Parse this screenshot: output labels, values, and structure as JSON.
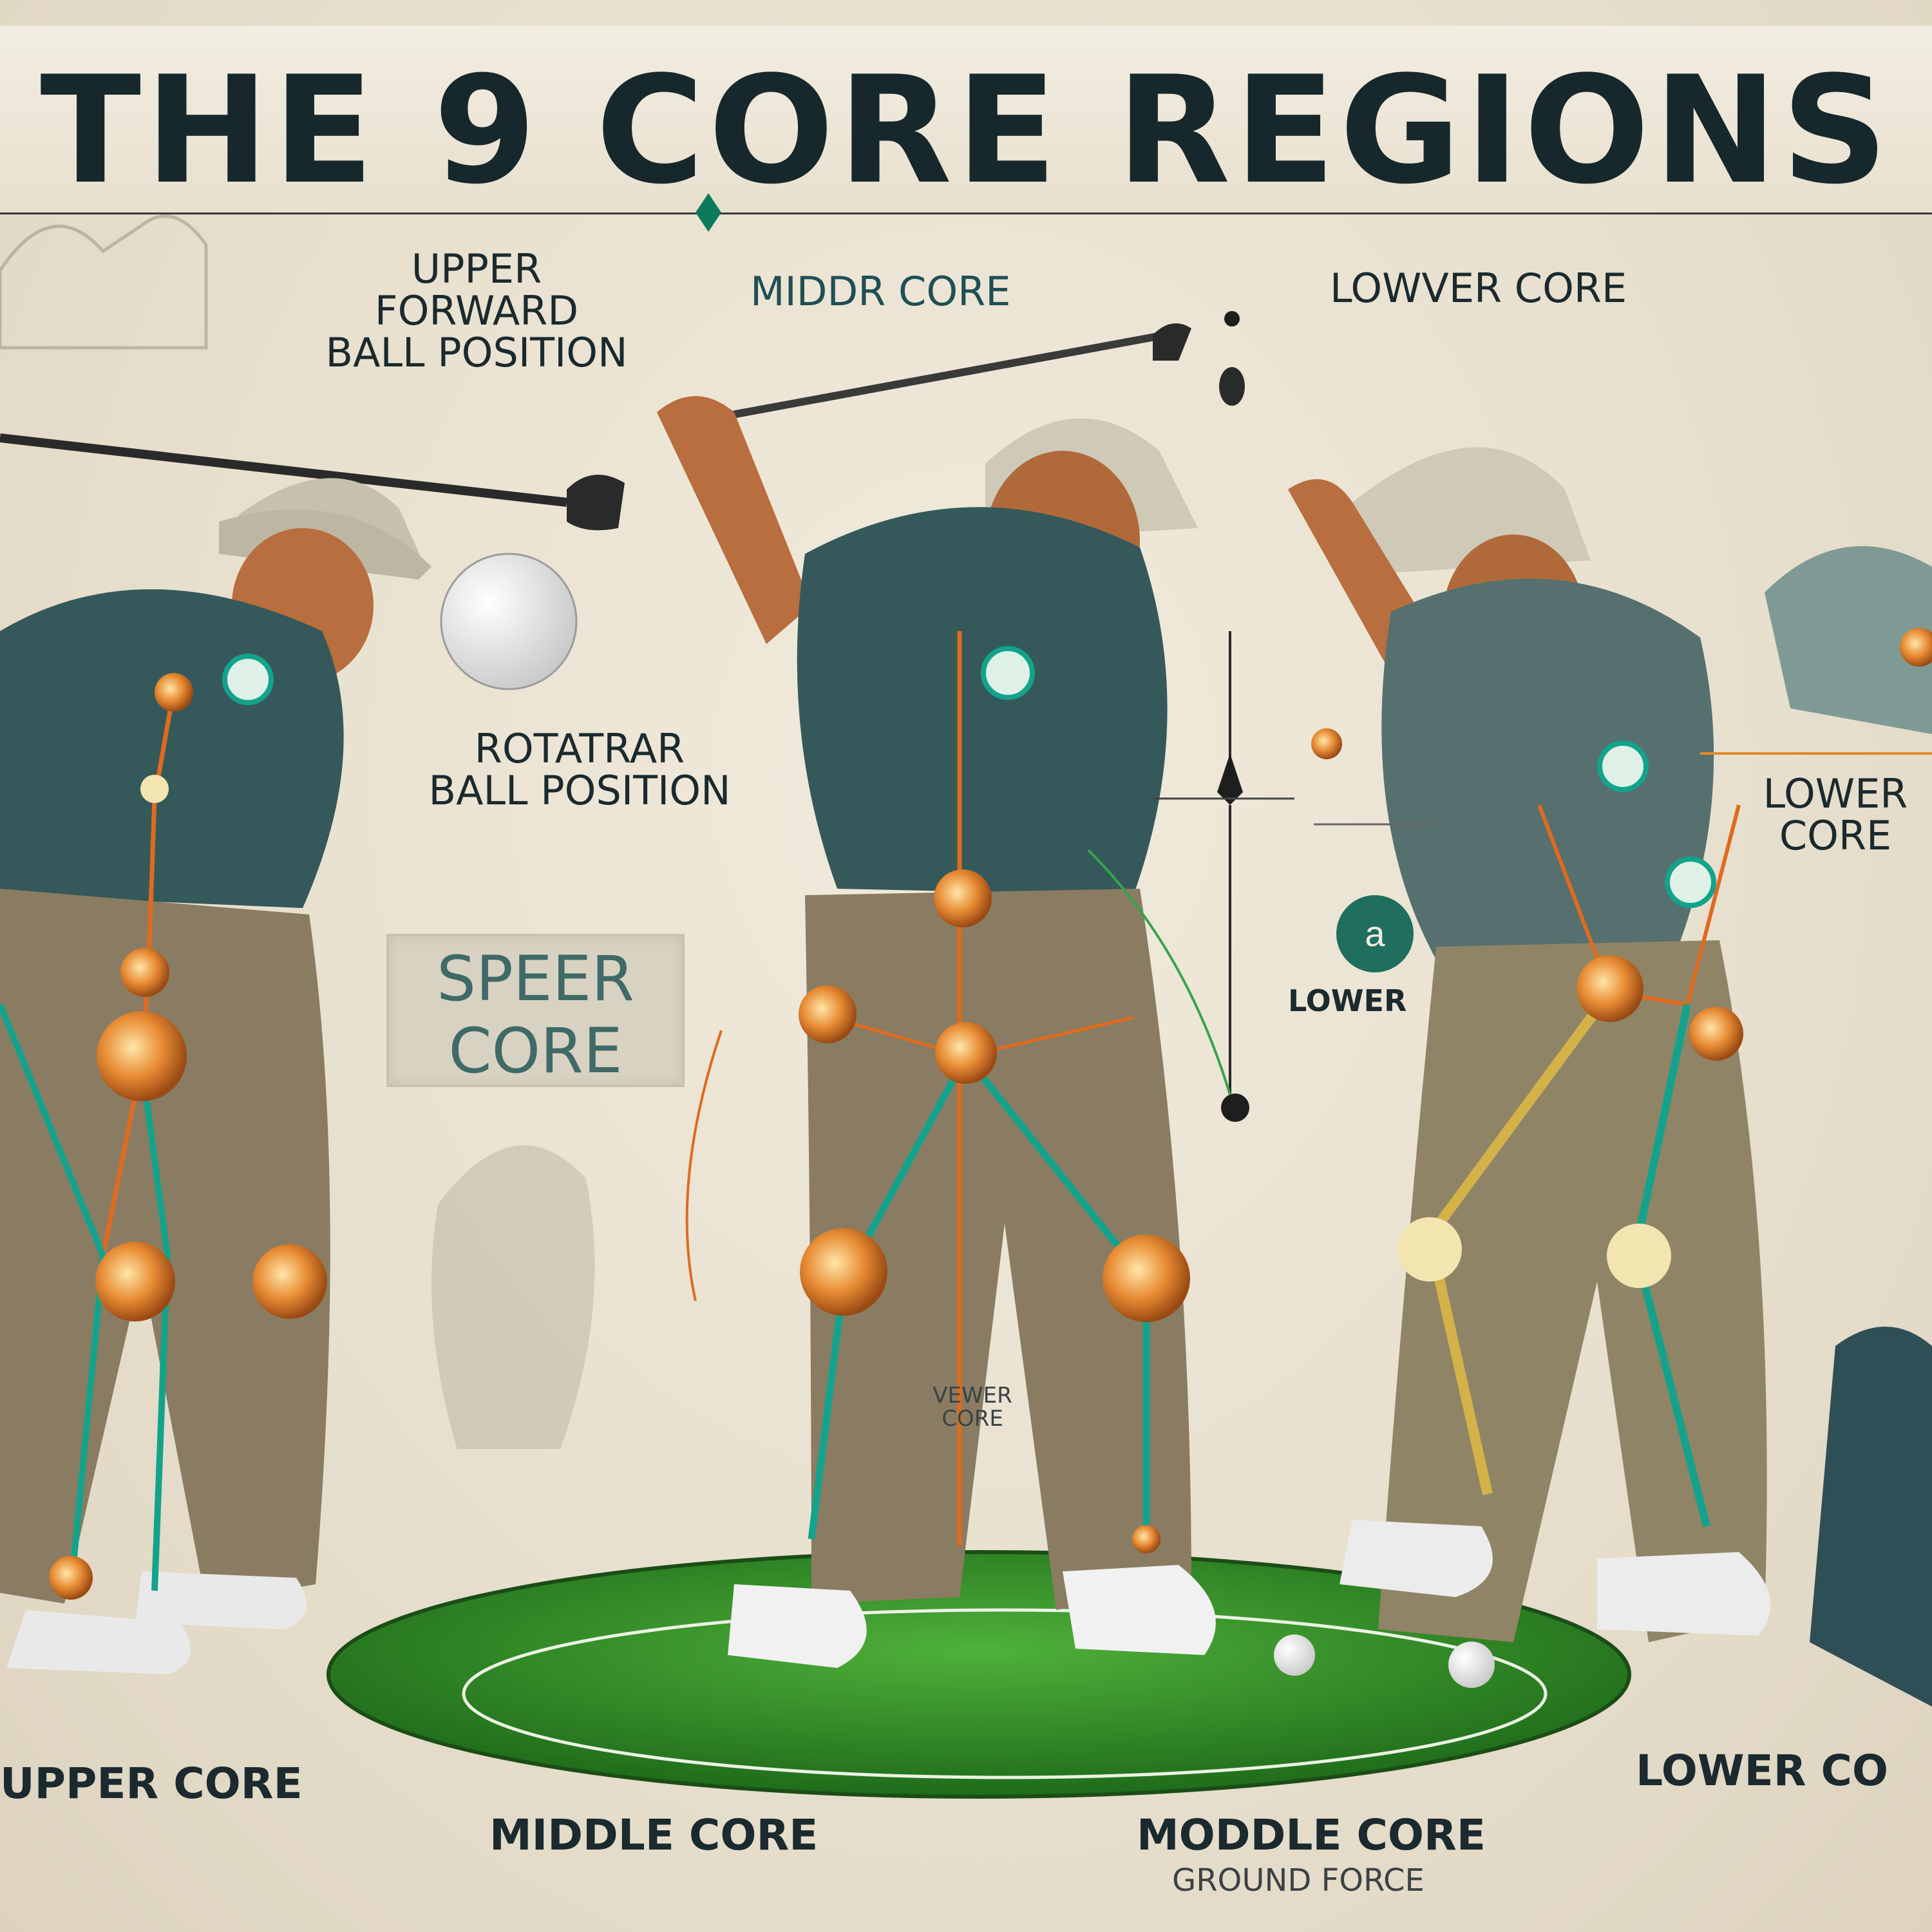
{
  "title": "THE 9 CORE REGIONS",
  "labels": {
    "upper_forward": [
      "UPPER",
      "FORWARD",
      "BALL POSITION"
    ],
    "middr_core": "MIDDR CORE",
    "lower_core_top": "LOWVER CORE",
    "rotatrar": [
      "ROTATRAR",
      "BALL POSITION"
    ],
    "lower_core_right": [
      "LOWER",
      "CORE"
    ],
    "speer_core": [
      "SPEER",
      "CORE"
    ],
    "lower_mid": "LOWER",
    "vewer_core": [
      "VEWER",
      "CORE"
    ],
    "upper_core_bottom": "UPPER CORE",
    "middle_core_bottom": "MIDDLE CORE",
    "moddle_core_bottom": "MODDLE CORE",
    "ground_force": "GROUND FORCE",
    "lower_core_bottom": "LOWER CO"
  },
  "badge": "a",
  "colors": {
    "background": "#e9e1d1",
    "title": "#17282c",
    "turf": "#2f8a2a",
    "joint": "#e07a2a",
    "line_teal": "#13a38c",
    "line_orange": "#e06a1f",
    "shirt": "#3c5a5a",
    "pants": "#8a7c62"
  },
  "icons": [
    "golf-ball-icon",
    "club-icon",
    "pin-icon",
    "green-diamond-icon"
  ]
}
